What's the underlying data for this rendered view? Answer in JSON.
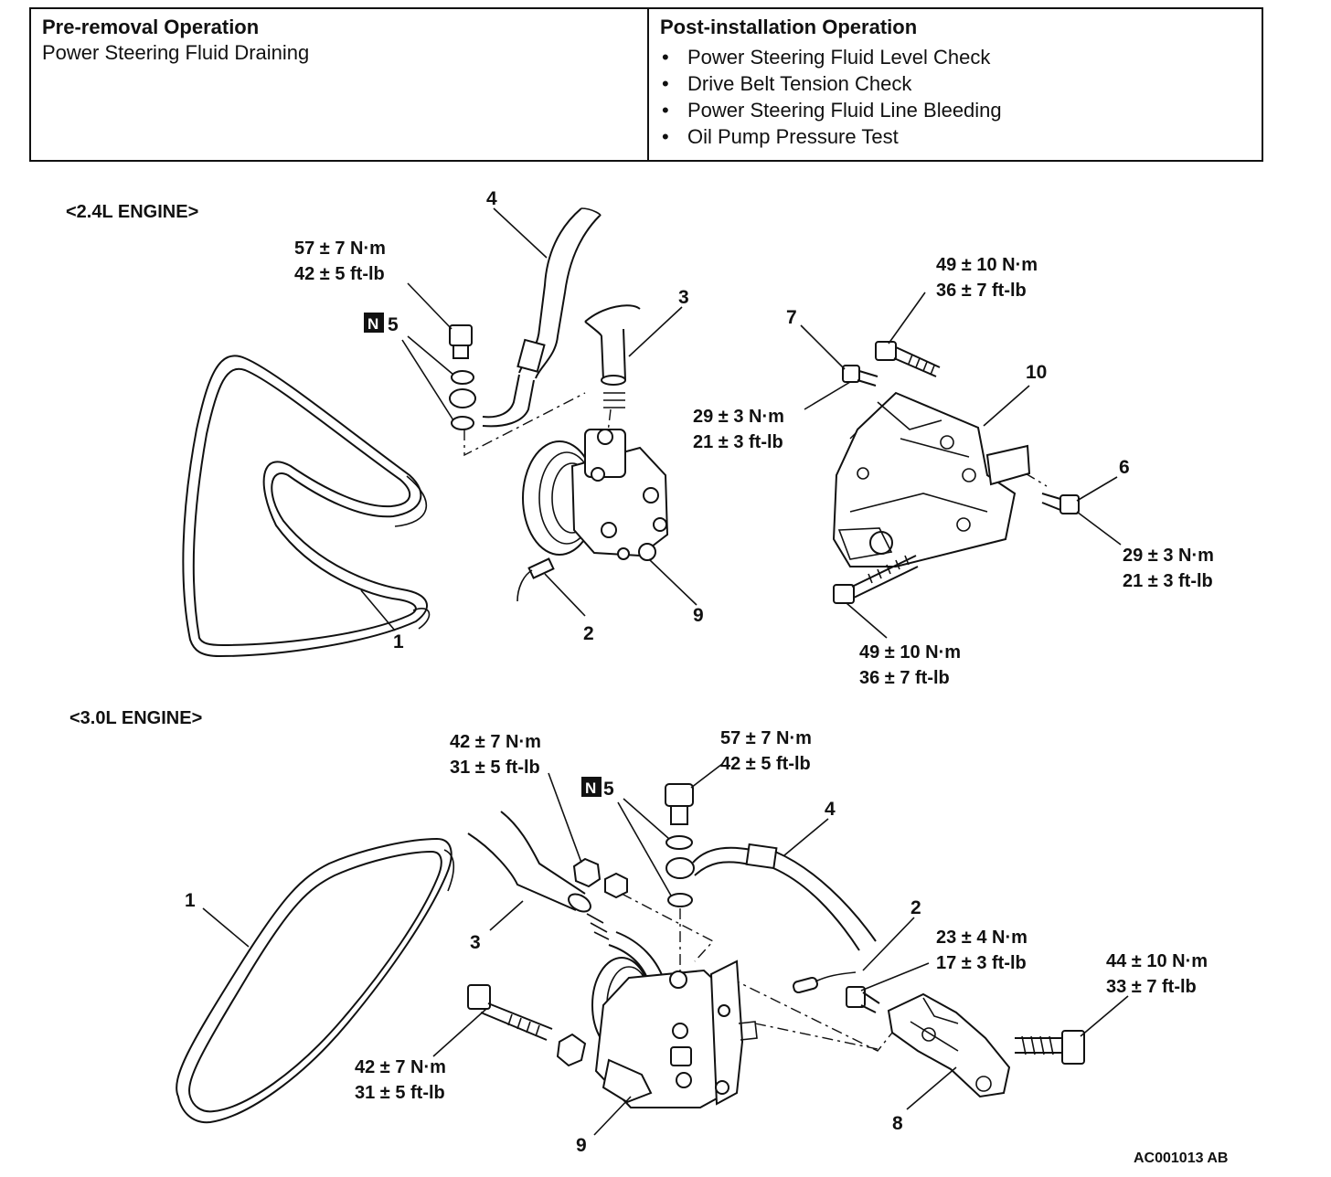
{
  "pre_removal": {
    "heading": "Pre-removal Operation",
    "items": [
      "Power Steering Fluid Draining"
    ]
  },
  "post_installation": {
    "heading": "Post-installation Operation",
    "items": [
      "Power Steering Fluid Level Check",
      "Drive Belt Tension Check",
      "Power Steering Fluid Line Bleeding",
      "Oil Pump Pressure Test"
    ]
  },
  "engine_24": {
    "title": "<2.4L ENGINE>",
    "torque_banjo_nm": "57 ± 7 N·m",
    "torque_banjo_ftlb": "42 ± 5 ft-lb",
    "torque_upper_nm": "49 ± 10 N·m",
    "torque_upper_ftlb": "36 ± 7 ft-lb",
    "torque_bolt7_nm": "29 ± 3 N·m",
    "torque_bolt7_ftlb": "21 ± 3 ft-lb",
    "torque_bolt6_nm": "29 ± 3 N·m",
    "torque_bolt6_ftlb": "21 ± 3 ft-lb",
    "torque_lower_nm": "49 ± 10 N·m",
    "torque_lower_ftlb": "36 ± 7 ft-lb",
    "n_badge": "N",
    "labels": {
      "p1": "1",
      "p2": "2",
      "p3": "3",
      "p4": "4",
      "p5": "5",
      "p6": "6",
      "p7": "7",
      "p9": "9",
      "p10": "10"
    }
  },
  "engine_30": {
    "title": "<3.0L ENGINE>",
    "torque_nut_nm": "42 ± 7 N·m",
    "torque_nut_ftlb": "31 ± 5 ft-lb",
    "torque_banjo_nm": "57 ± 7 N·m",
    "torque_banjo_ftlb": "42 ± 5 ft-lb",
    "torque_bracket_nm": "23 ± 4 N·m",
    "torque_bracket_ftlb": "17 ± 3 ft-lb",
    "torque_right_nm": "44 ± 10 N·m",
    "torque_right_ftlb": "33 ± 7 ft-lb",
    "torque_long_nm": "42 ± 7 N·m",
    "torque_long_ftlb": "31 ± 5 ft-lb",
    "n_badge": "N",
    "labels": {
      "p1": "1",
      "p2": "2",
      "p3": "3",
      "p4": "4",
      "p5": "5",
      "p8": "8",
      "p9": "9"
    }
  },
  "figure_code": "AC001013 AB"
}
